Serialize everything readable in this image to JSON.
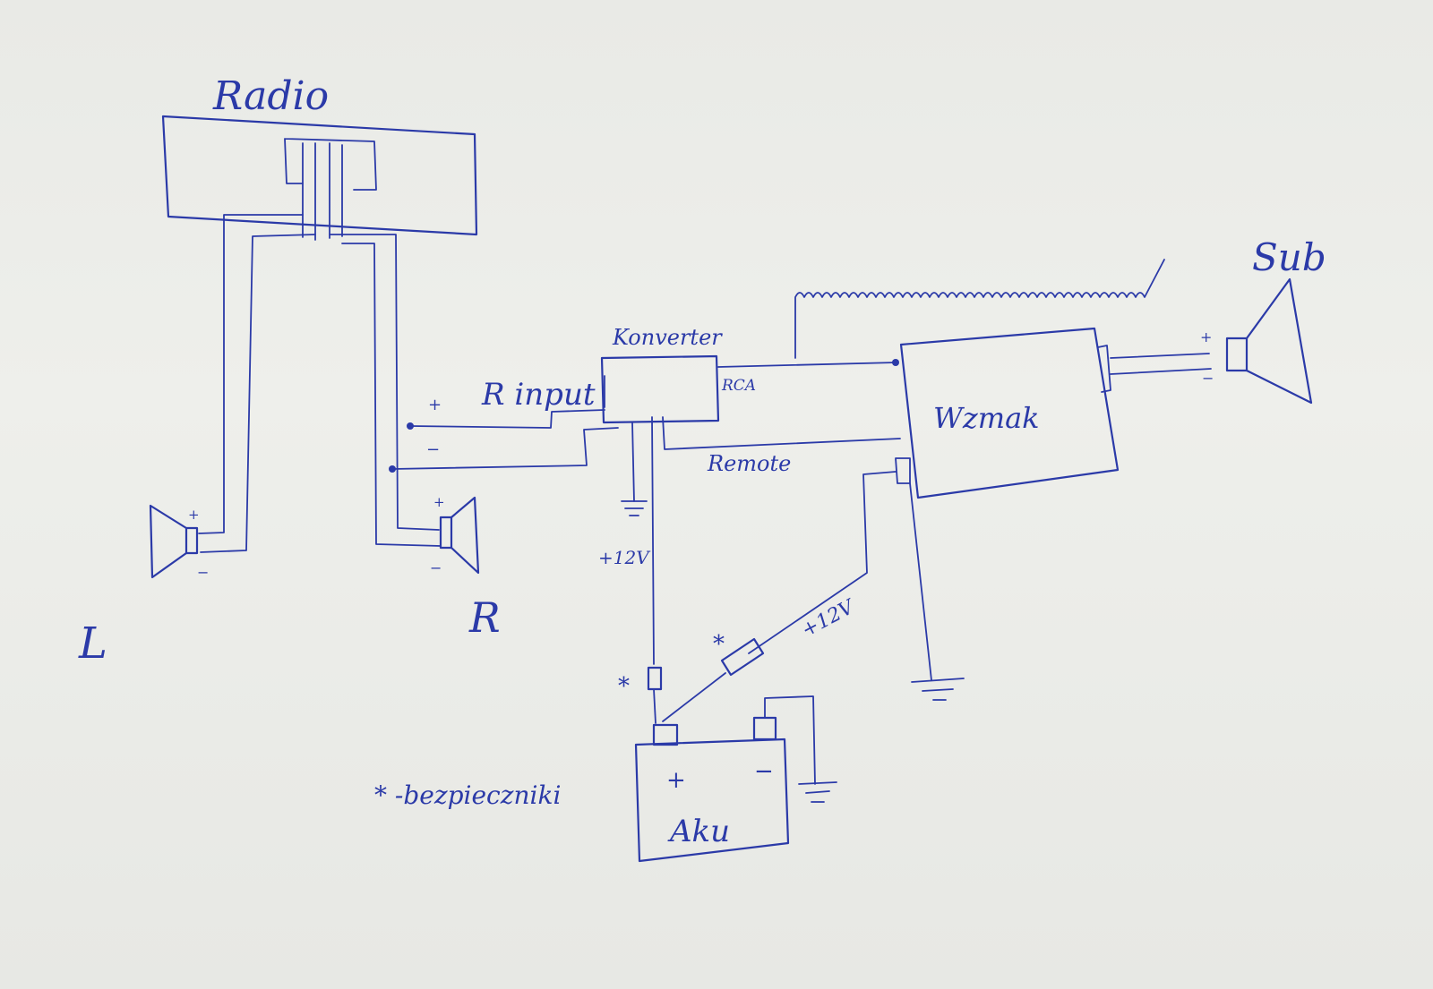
{
  "ink_color": "#2b3aa8",
  "paper_color": "#eceeea",
  "labels": {
    "radio": "Radio",
    "konverter": "Konverter",
    "r_input": "R input",
    "rca": "RCA",
    "remote": "Remote",
    "wzmak": "Wzmak",
    "sub": "Sub",
    "speaker_left": "L",
    "speaker_right": "R",
    "plus_12v_converter": "+12V",
    "plus_12v_amp": "+12V",
    "battery": "Aku",
    "battery_plus": "+",
    "battery_minus": "−",
    "fuse_marker_1": "*",
    "fuse_marker_2": "*",
    "legend": "* -bezpieczniki",
    "pol_rinput_plus": "+",
    "pol_rinput_minus": "−",
    "pol_left_plus": "+",
    "pol_left_minus": "−",
    "pol_right_plus": "+",
    "pol_right_minus": "−",
    "pol_sub_plus": "+",
    "pol_sub_minus": "−"
  }
}
